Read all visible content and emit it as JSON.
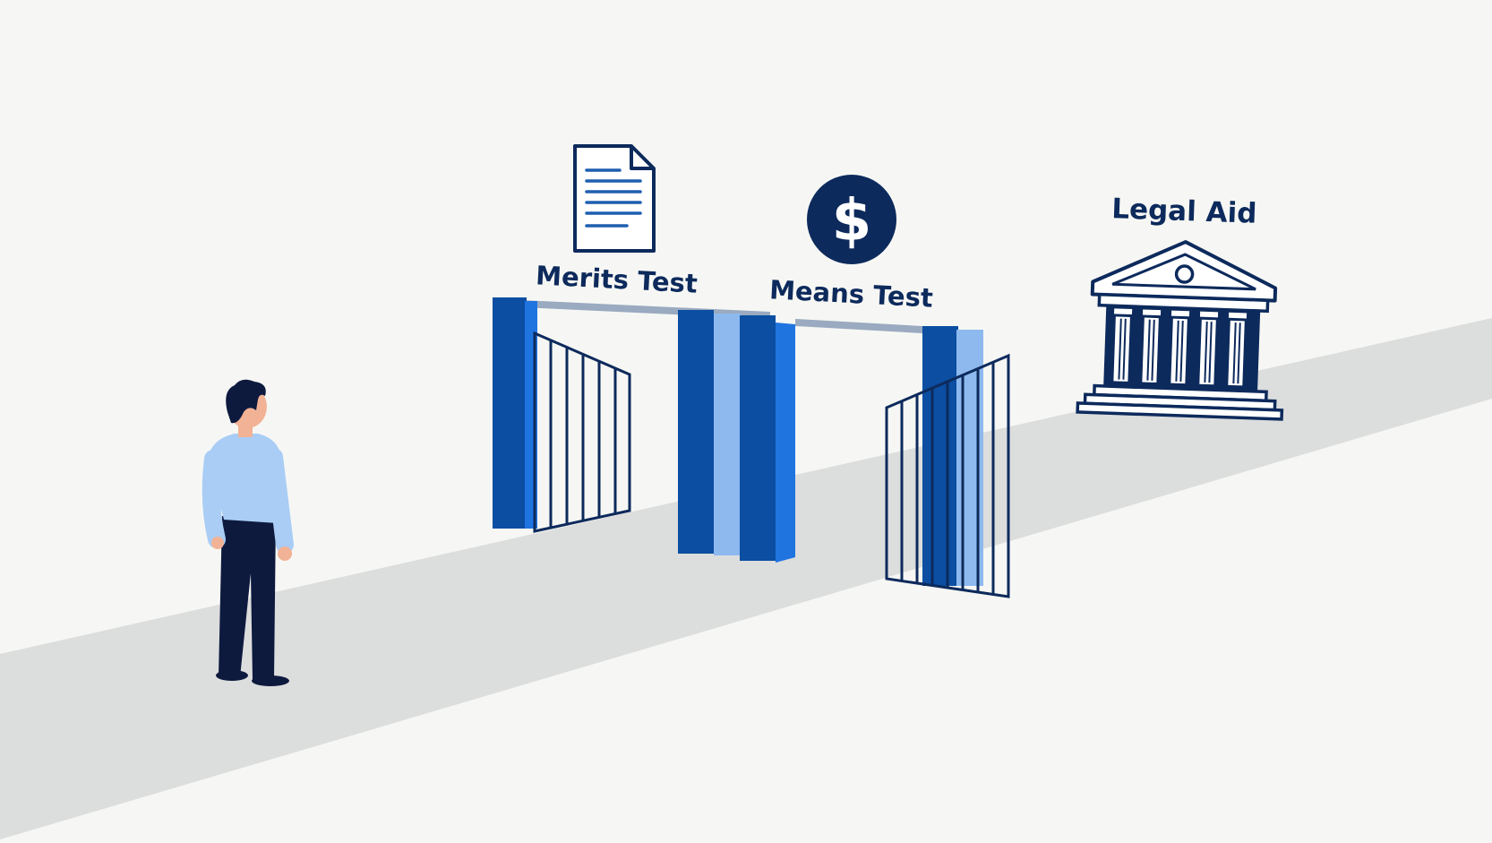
{
  "labels": {
    "merits_test": "Merits Test",
    "means_test": "Means Test",
    "legal_aid": "Legal Aid",
    "dollar_symbol": "$"
  },
  "colors": {
    "background": "#f6f7f4",
    "path": "#dcdddd",
    "navy": "#0d2a5c",
    "gate_blue_dark": "#0b4ea2",
    "gate_blue": "#1f74e0",
    "gate_blue_light": "#8db9ef",
    "gate_beam": "#9aaac0",
    "shirt": "#a9cdf5",
    "trousers": "#0d1a3e",
    "hair": "#0d1a3e",
    "skin": "#f2b295"
  },
  "icons": {
    "merits": "document-icon",
    "means": "dollar-coin-icon",
    "legal_aid": "courthouse-icon",
    "person": "person-figure"
  }
}
